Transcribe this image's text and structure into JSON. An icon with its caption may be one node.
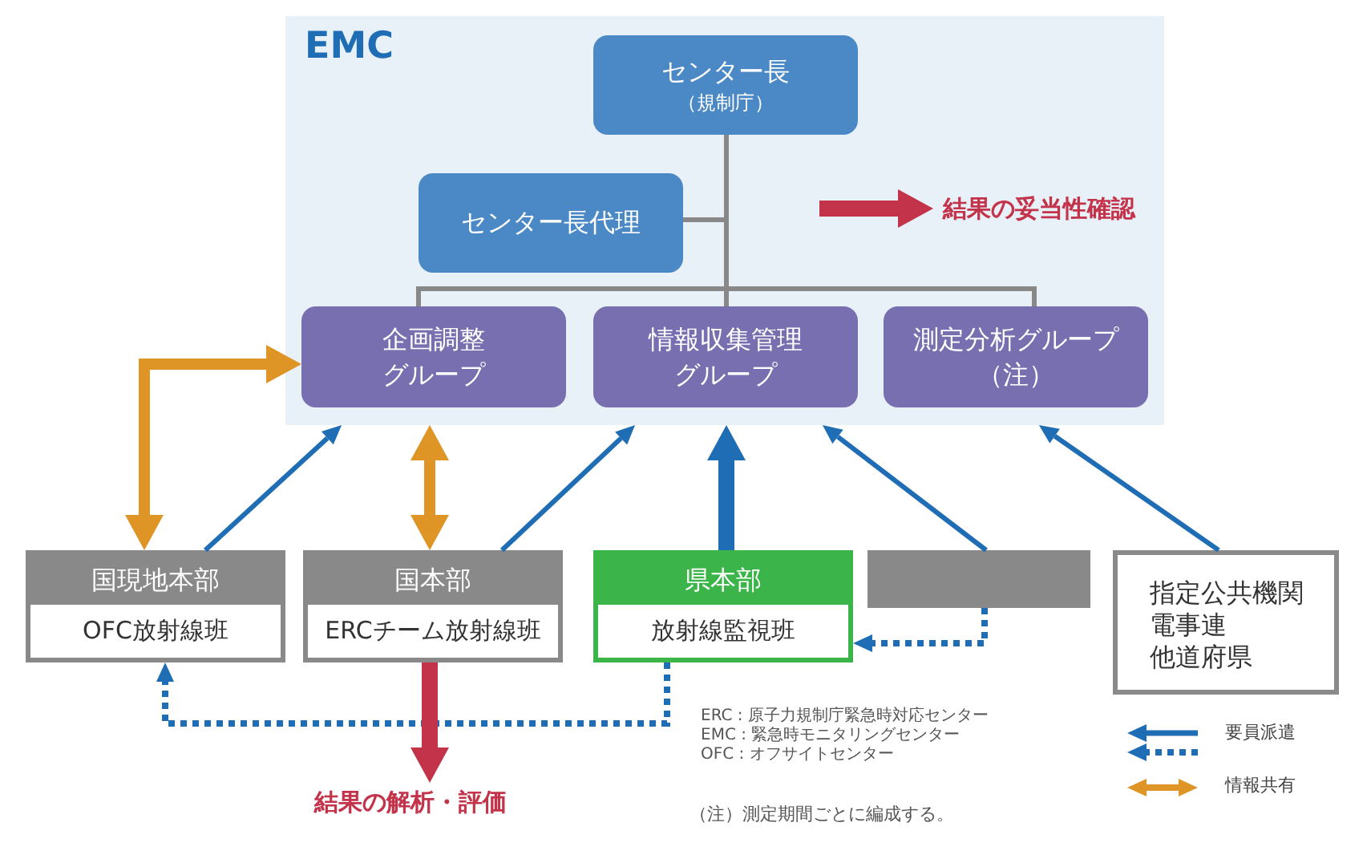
{
  "diagram": {
    "nodes": [
      {
        "text": [
          "EMC"
        ]
      },
      {
        "text": [
          "センター長",
          "（規制庁）"
        ],
        "in": 0
      },
      {
        "text": [
          "センター長代理"
        ],
        "in": 0
      },
      {
        "text": [
          "企画調整グループ"
        ],
        "in": 0
      },
      {
        "text": [
          "情報収集管理グループ"
        ],
        "in": 0
      },
      {
        "text": [
          "測定分析グループ（注）"
        ],
        "in": 0
      },
      {
        "text": [
          "結果の妥当性確認"
        ],
        "in": 0
      },
      {
        "text": [
          "国現地本部",
          "OFC放射線班"
        ]
      },
      {
        "text": [
          "国本部",
          "ERCチーム放射線班"
        ]
      },
      {
        "text": [
          "県本部",
          "放射線監視班"
        ]
      },
      {
        "text": [],
        "shape": "box"
      },
      {
        "text": [
          "指定公共機関",
          "電事連",
          "他道府県"
        ]
      },
      {
        "text": [
          "結果の解析・評価"
        ]
      }
    ],
    "edges": [
      {
        "from": 1,
        "to": 2,
        "arrow": "none",
        "color": "#888888"
      },
      {
        "from": 1,
        "to": 3,
        "arrow": "none",
        "color": "#888888"
      },
      {
        "from": 1,
        "to": 4,
        "arrow": "none",
        "color": "#888888"
      },
      {
        "from": 1,
        "to": 5,
        "arrow": "none",
        "color": "#888888"
      },
      {
        "from": 7,
        "to": 0,
        "arrow": "to"
      },
      {
        "from": 8,
        "to": 0,
        "arrow": "to"
      },
      {
        "from": 9,
        "to": 0,
        "arrow": "to",
        "style": "thick"
      },
      {
        "from": 10,
        "to": 0,
        "arrow": "to"
      },
      {
        "from": 11,
        "to": 0,
        "arrow": "to"
      },
      {
        "from": 7,
        "to": 3,
        "arrow": "both",
        "style": "thick",
        "color": "#de9526"
      },
      {
        "from": 8,
        "to": 0,
        "arrow": "both",
        "style": "thick",
        "color": "#de9526"
      },
      {
        "from": 9,
        "to": 7,
        "arrow": "to",
        "style": "dashed"
      },
      {
        "from": 10,
        "to": 9,
        "arrow": "to",
        "style": "dashed"
      },
      {
        "from": null,
        "to": 6,
        "arrow": "to",
        "style": "thick",
        "color": "#c3334a"
      },
      {
        "from": 8,
        "to": 12,
        "arrow": "to",
        "style": "thick",
        "color": "#c3334a"
      }
    ],
    "labels": [
      "ERC : 原子力規制庁緊急時対応センター",
      "EMC : 緊急時モニタリングセンター",
      "OFC : オフサイトセンター",
      "（注）測定期間ごとに編成する。"
    ],
    "legend": [
      {
        "text": "要員派遣"
      },
      {
        "text": "情報共有"
      }
    ]
  }
}
